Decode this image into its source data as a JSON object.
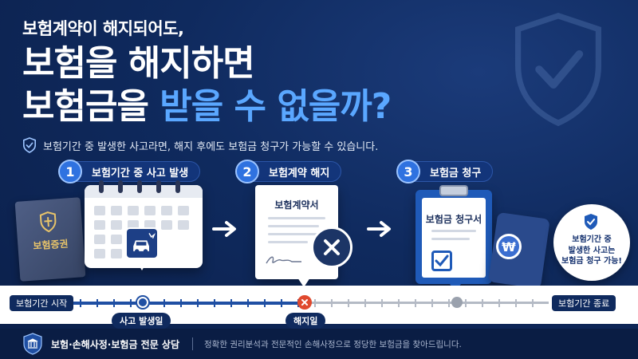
{
  "header": {
    "subtitle": "보험계약이 해지되어도,",
    "title_line1": "보험을 해지하면",
    "title_line2_part1": "보험금을 ",
    "title_line2_accent": "받을 수 없을까?",
    "description": "보험기간 중 발생한 사고라면, 해지 후에도 보험금 청구가 가능할 수 있습니다."
  },
  "steps": [
    {
      "number": "1",
      "label": "보험기간 중 사고 발생"
    },
    {
      "number": "2",
      "label": "보험계약 해지"
    },
    {
      "number": "3",
      "label": "보험금 청구"
    }
  ],
  "illustrations": {
    "booklet_label": "보험증권",
    "contract_title": "보험계약서",
    "claim_title": "보험금 청구서",
    "coin_symbol": "₩",
    "note_lines": [
      "보험기간 중",
      "발생한 사고는",
      "보험금 청구 가능!"
    ]
  },
  "timeline": {
    "start": "보험기간 시작",
    "end": "보험기간 종료",
    "accident": "사고 발생일",
    "termination": "해지일"
  },
  "footer": {
    "title": "보험·손해사정·보험금 전문 상담",
    "description": "정확한 권리분석과 전문적인 손해사정으로 정당한 보험금을 찾아드립니다."
  },
  "colors": {
    "background": "#0f2a5e",
    "accent": "#5aa7ff",
    "step_blue": "#2f72e0",
    "danger": "#e0492e",
    "white": "#ffffff"
  },
  "icons": [
    "shield-check-icon",
    "calendar-icon",
    "car-accident-icon",
    "arrow-right-icon",
    "contract-document-icon",
    "close-icon",
    "clipboard-icon",
    "checkbox-icon",
    "wallet-icon",
    "won-coin-icon",
    "bank-icon"
  ]
}
